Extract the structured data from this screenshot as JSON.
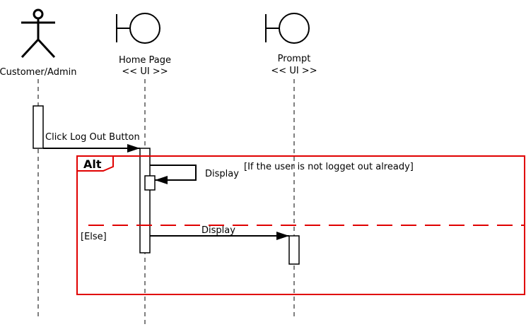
{
  "participants": [
    {
      "kind": "actor",
      "label_line1": "Customer/Admin",
      "label_line2": ""
    },
    {
      "kind": "boundary",
      "label_line1": "Home Page",
      "label_line2": "<< UI >>"
    },
    {
      "kind": "boundary",
      "label_line1": "Prompt",
      "label_line2": "<< UI >>"
    }
  ],
  "messages": {
    "click_logout": "Click Log Out Button",
    "self_display": "Display",
    "prompt_display": "Display"
  },
  "fragment": {
    "operator": "Alt",
    "guard_if": "[If the user is not logget out already]",
    "guard_else": "[Else]"
  },
  "colors": {
    "fragment_border": "#e00000",
    "line": "#000000",
    "background": "#ffffff"
  }
}
